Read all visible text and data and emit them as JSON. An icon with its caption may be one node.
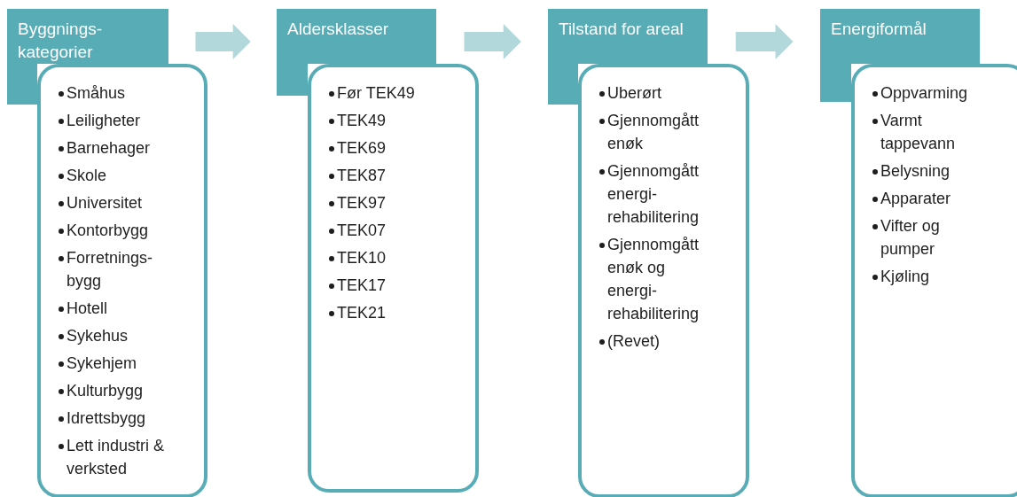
{
  "diagram": {
    "nodes": [
      {
        "text": [
          "Byggnings- kategorier"
        ]
      },
      {
        "text": [
          "Småhus",
          "Leiligheter",
          "Barnehager",
          "Skole",
          "Universitet",
          "Kontorbygg",
          "Forretnings- bygg",
          "Hotell",
          "Sykehus",
          "Sykehjem",
          "Kulturbygg",
          "Idrettsbygg",
          "Lett industri & verksted"
        ]
      },
      {
        "text": [
          "Aldersklasser"
        ]
      },
      {
        "text": [
          "Før TEK49",
          "TEK49",
          "TEK69",
          "TEK87",
          "TEK97",
          "TEK07",
          "TEK10",
          "TEK17",
          "TEK21"
        ]
      },
      {
        "text": [
          "Tilstand for areal"
        ]
      },
      {
        "text": [
          "Uberørt",
          "Gjennomgått enøk",
          "Gjennomgått energi- rehabilitering",
          "Gjennomgått enøk og energi- rehabilitering",
          "(Revet)"
        ]
      },
      {
        "text": [
          "Energiformål"
        ]
      },
      {
        "text": [
          "Oppvarming",
          "Varmt tappevann",
          "Belysning",
          "Apparater",
          "Vifter og pumper",
          "Kjøling"
        ]
      }
    ],
    "edges": [
      {
        "from": 0,
        "to": 2,
        "arrow": "to",
        "style": "thick"
      },
      {
        "from": 2,
        "to": 4,
        "arrow": "to",
        "style": "thick"
      },
      {
        "from": 4,
        "to": 6,
        "arrow": "to",
        "style": "thick"
      }
    ]
  }
}
